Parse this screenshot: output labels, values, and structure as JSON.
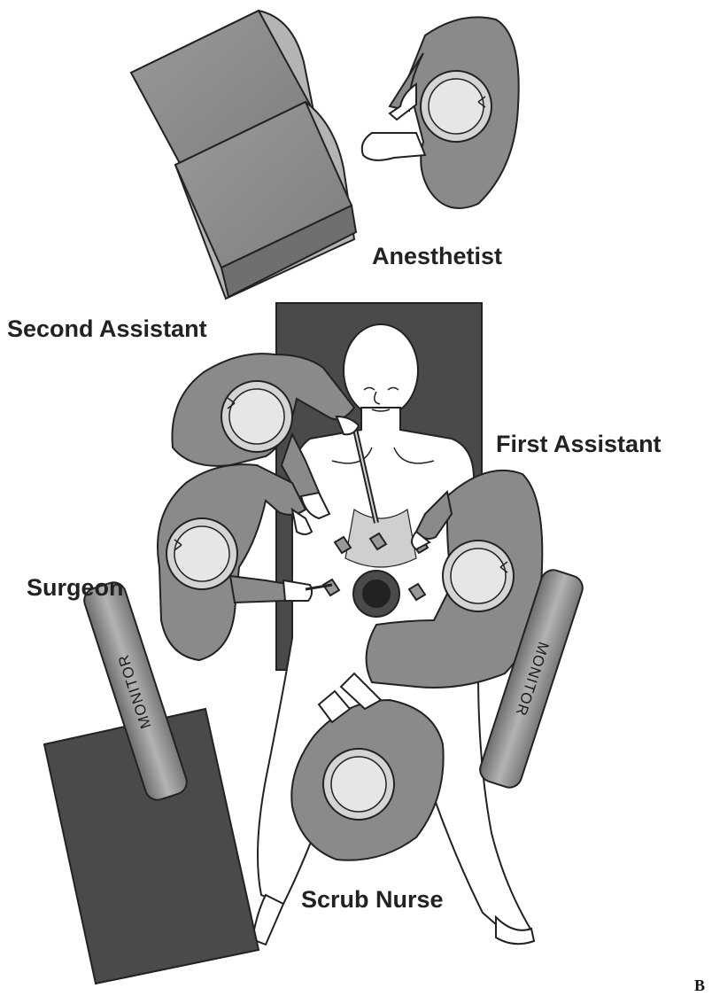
{
  "labels": {
    "anesthetist": "Anesthetist",
    "second_assistant": "Second Assistant",
    "first_assistant": "First Assistant",
    "surgeon": "Surgeon",
    "scrub_nurse": "Scrub Nurse"
  },
  "monitors": {
    "left": "MONITOR",
    "right": "MONITOR"
  },
  "panel_letter": "B",
  "colors": {
    "table": "#4a4a4a",
    "gown": "#8a8a8a",
    "cap": "#d4d4d4",
    "outline": "#222222",
    "skin": "#ffffff",
    "furniture": "#8c8c8c"
  }
}
